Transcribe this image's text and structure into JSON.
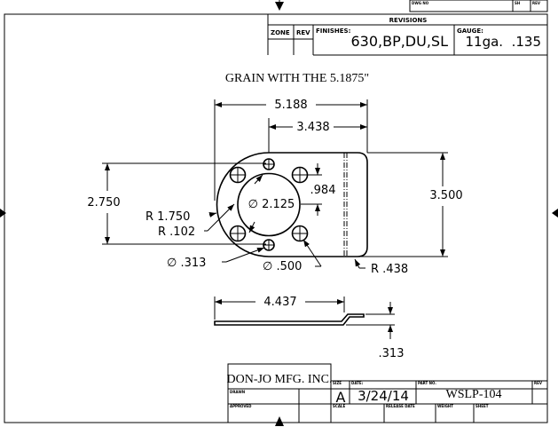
{
  "revision_block": {
    "dwg_no_label": "DWG NO",
    "sh_label": "SH",
    "rev_label": "REV",
    "title": "REVISIONS",
    "zone_label": "ZONE",
    "rev_col_label": "REV",
    "finishes_label": "FINISHES:",
    "finishes_value": "630,BP,DU,SL",
    "gauge_label": "GAUGE:",
    "gauge_value": "11ga.  .135"
  },
  "note": "GRAIN WITH THE 5.1875\"",
  "dimensions": {
    "overall_length": "5.188",
    "flat_length": "3.438",
    "height_left": "2.750",
    "height_right": "3.500",
    "hole_spacing": ".984",
    "center_dia": "∅ 2.125",
    "radius_outer": "R 1.750",
    "radius_notch": "R .102",
    "small_hole": "∅ .313",
    "large_hole": "∅ .500",
    "corner_radius": "R .438",
    "side_length": "4.437",
    "offset": ".313"
  },
  "title_block": {
    "company": "DON-JO MFG. INC.",
    "drawn_label": "DRAWN",
    "approved_label": "APPROVED",
    "size_label": "SIZE",
    "size_value": "A",
    "date_label": "DATE:",
    "date_value": "3/24/14",
    "part_no_label": "PART NO.",
    "part_no_value": "WSLP-104",
    "rev_label": "REV",
    "scale_label": "SCALE",
    "release_date_label": "RELEASE DATE",
    "weight_label": "WEIGHT",
    "sheet_label": "SHEET"
  }
}
